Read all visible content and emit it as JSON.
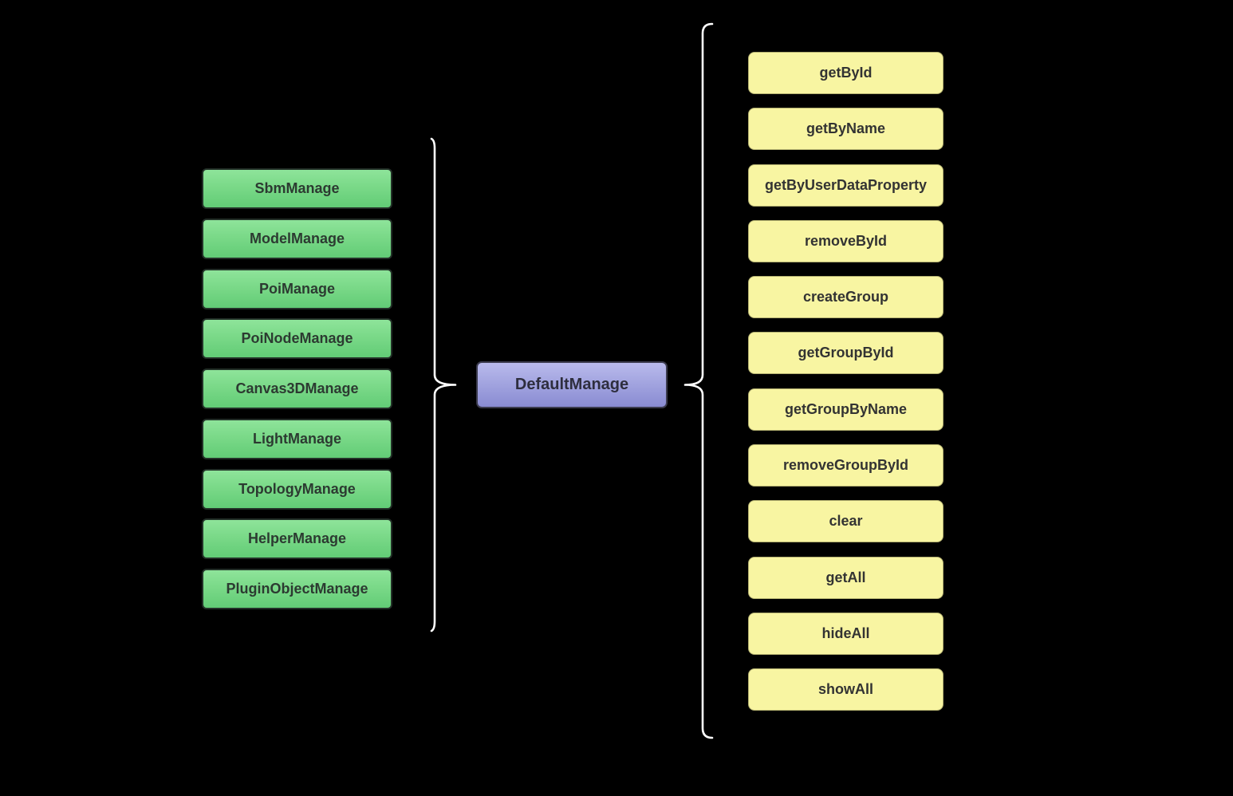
{
  "canvas": {
    "background": "#000000",
    "brace_color": "#ffffff"
  },
  "center_node": {
    "label": "DefaultManage",
    "fill_top": "#b9baec",
    "fill_bottom": "#898bd2",
    "border_color": "#3b3b4d",
    "text_color": "#2e2e3e"
  },
  "left_column": {
    "fill_top": "#8ee49a",
    "fill_bottom": "#62cc76",
    "border_color": "#233028",
    "text_color": "#2c3a31",
    "items": [
      "SbmManage",
      "ModelManage",
      "PoiManage",
      "PoiNodeManage",
      "Canvas3DManage",
      "LightManage",
      "TopologyManage",
      "HelperManage",
      "PluginObjectManage"
    ]
  },
  "right_column": {
    "fill": "#f8f5a2",
    "border_color": "#b3b070",
    "text_color": "#333333",
    "items": [
      "getById",
      "getByName",
      "getByUserDataProperty",
      "removeById",
      "createGroup",
      "getGroupById",
      "getGroupByName",
      "removeGroupById",
      "clear",
      "getAll",
      "hideAll",
      "showAll"
    ]
  }
}
